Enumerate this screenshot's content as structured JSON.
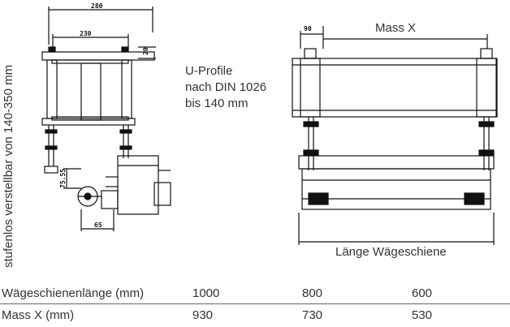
{
  "labels": {
    "u_profile_line1": "U-Profile",
    "u_profile_line2": "nach DIN 1026",
    "u_profile_line3": "bis 140 mm",
    "mass_x": "Mass X",
    "laenge": "Länge Wägeschiene",
    "vertical": "stufenlos verstellbar von 140-350 mm"
  },
  "dimensions": {
    "d280": "280",
    "d230": "230",
    "d20": "20",
    "d90": "90",
    "d75": "75.55",
    "d65": "65"
  },
  "table": {
    "rows": [
      [
        "Wägeschienenlänge (mm)",
        "1000",
        "800",
        "600"
      ],
      [
        "Mass X (mm)",
        "930",
        "730",
        "530"
      ]
    ]
  }
}
